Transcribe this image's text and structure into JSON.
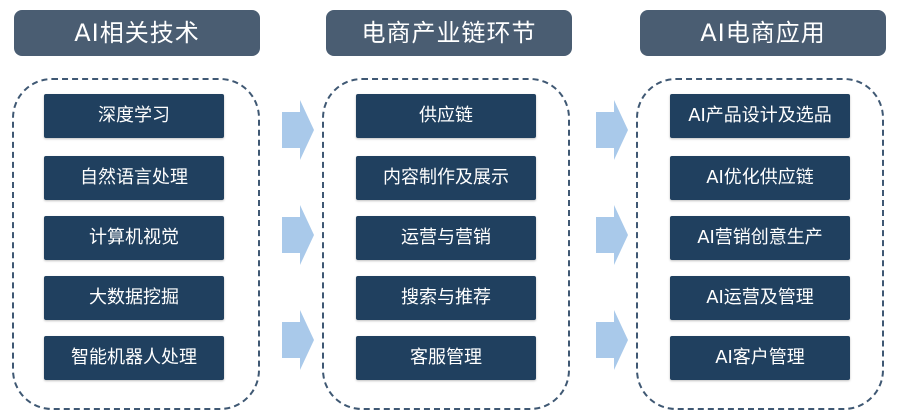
{
  "columns": [
    {
      "title": "AI相关技术",
      "items": [
        "深度学习",
        "自然语言处理",
        "计算机视觉",
        "大数据挖掘",
        "智能机器人处理"
      ]
    },
    {
      "title": "电商产业链环节",
      "items": [
        "供应链",
        "内容制作及展示",
        "运营与营销",
        "搜索与推荐",
        "客服管理"
      ]
    },
    {
      "title": "AI电商应用",
      "items": [
        "AI产品设计及选品",
        "AI优化供应链",
        "AI营销创意生产",
        "AI运营及管理",
        "AI客户管理"
      ]
    }
  ],
  "colors": {
    "header_bg": "#4a5d72",
    "item_bg": "#20405f",
    "panel_border": "#3f5873",
    "arrow_fill": "#a9c9ea"
  }
}
